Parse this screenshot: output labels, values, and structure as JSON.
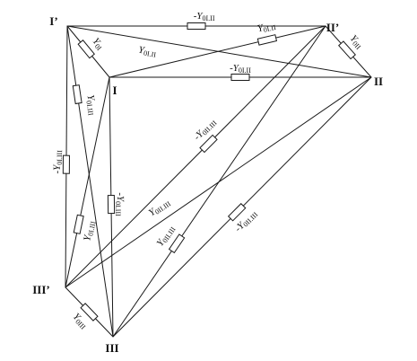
{
  "nodes": [
    {
      "id": "I",
      "label": "I"
    },
    {
      "id": "II",
      "label": "II"
    },
    {
      "id": "III",
      "label": "III"
    },
    {
      "id": "Ip",
      "label": "I’"
    },
    {
      "id": "IIp",
      "label": "II’"
    },
    {
      "id": "IIIp",
      "label": "III’"
    }
  ],
  "edges": [
    {
      "id": "Ip-IIp",
      "from": "Ip",
      "to": "IIp",
      "sign": "-",
      "symbol": "Y",
      "subscript": "0I.II",
      "resistor": true
    },
    {
      "id": "Ip-I",
      "from": "Ip",
      "to": "I",
      "sign": "",
      "symbol": "Y",
      "subscript": "0I",
      "resistor": true
    },
    {
      "id": "Ip-II",
      "from": "Ip",
      "to": "II",
      "sign": "",
      "symbol": "Y",
      "subscript": "0I.II",
      "resistor": false
    },
    {
      "id": "I-IIp",
      "from": "I",
      "to": "IIp",
      "sign": "",
      "symbol": "Y",
      "subscript": "0I.II",
      "resistor": true
    },
    {
      "id": "IIp-II",
      "from": "IIp",
      "to": "II",
      "sign": "",
      "symbol": "Y",
      "subscript": "0II",
      "resistor": true
    },
    {
      "id": "I-II",
      "from": "I",
      "to": "II",
      "sign": "-",
      "symbol": "Y",
      "subscript": "0I.II",
      "resistor": true
    },
    {
      "id": "Ip-IIIp",
      "from": "Ip",
      "to": "IIIp",
      "sign": "-",
      "symbol": "Y",
      "subscript": "0I.III",
      "resistor": true
    },
    {
      "id": "Ip-III",
      "from": "Ip",
      "to": "III",
      "sign": "",
      "symbol": "Y",
      "subscript": "0I.III",
      "resistor": true
    },
    {
      "id": "I-IIIp",
      "from": "I",
      "to": "IIIp",
      "sign": "",
      "symbol": "Y",
      "subscript": "0I.III",
      "resistor": true
    },
    {
      "id": "I-III",
      "from": "I",
      "to": "III",
      "sign": "-",
      "symbol": "Y",
      "subscript": "0I.III",
      "resistor": true
    },
    {
      "id": "IIp-IIIp",
      "from": "IIp",
      "to": "IIIp",
      "sign": "-",
      "symbol": "Y",
      "subscript": "0II.III",
      "resistor": true
    },
    {
      "id": "IIp-III",
      "from": "IIp",
      "to": "III",
      "sign": "",
      "symbol": "Y",
      "subscript": "0II.III",
      "resistor": true
    },
    {
      "id": "II-IIIp",
      "from": "II",
      "to": "IIIp",
      "sign": "",
      "symbol": "Y",
      "subscript": "0II.III",
      "resistor": false
    },
    {
      "id": "II-III",
      "from": "II",
      "to": "III",
      "sign": "-",
      "symbol": "Y",
      "subscript": "0II.III",
      "resistor": true
    },
    {
      "id": "IIIp-III",
      "from": "IIIp",
      "to": "III",
      "sign": "",
      "symbol": "Y",
      "subscript": "0III",
      "resistor": true
    }
  ]
}
